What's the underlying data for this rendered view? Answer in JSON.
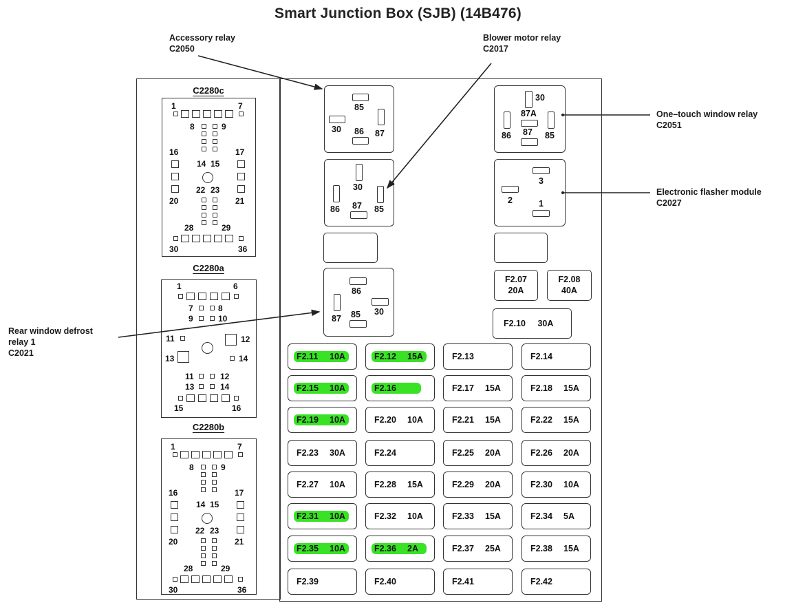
{
  "title": "Smart Junction Box (SJB) (14B476)",
  "callouts": {
    "accessory": {
      "line1": "Accessory relay",
      "line2": "C2050"
    },
    "blower": {
      "line1": "Blower motor relay",
      "line2": "C2017"
    },
    "one_touch": {
      "line1": "One–touch window relay",
      "line2": "C2051"
    },
    "flasher": {
      "line1": "Electronic flasher module",
      "line2": "C2027"
    },
    "rear_defrost": {
      "line1": "Rear window defrost",
      "line2": "relay 1",
      "line3": "C2021"
    }
  },
  "connectors": {
    "c": {
      "name": "C2280c",
      "pins": {
        "p1": "1",
        "p7": "7",
        "p8": "8",
        "p9": "9",
        "p16": "16",
        "p17": "17",
        "p14": "14",
        "p15": "15",
        "p22": "22",
        "p23": "23",
        "p20": "20",
        "p21": "21",
        "p28": "28",
        "p29": "29",
        "p30": "30",
        "p36": "36"
      }
    },
    "a": {
      "name": "C2280a",
      "pins": {
        "p1": "1",
        "p6": "6",
        "p7": "7",
        "p8": "8",
        "p9": "9",
        "p10": "10",
        "p11": "11",
        "p12": "12",
        "p13": "13",
        "p14": "14",
        "q11": "11",
        "q12": "12",
        "q13": "13",
        "q14": "14",
        "p15": "15",
        "p16": "16"
      }
    },
    "b": {
      "name": "C2280b",
      "pins": {
        "p1": "1",
        "p7": "7",
        "p8": "8",
        "p9": "9",
        "p16": "16",
        "p17": "17",
        "p14": "14",
        "p15": "15",
        "p22": "22",
        "p23": "23",
        "p20": "20",
        "p21": "21",
        "p28": "28",
        "p29": "29",
        "p30": "30",
        "p36": "36"
      }
    }
  },
  "relays": {
    "accessory": {
      "t85": "85",
      "t30": "30",
      "t86": "86",
      "t87": "87"
    },
    "blower": {
      "t30": "30",
      "t86": "86",
      "t87": "87",
      "t85": "85"
    },
    "rear_defrost": {
      "t86": "86",
      "t87": "87",
      "t85": "85",
      "t30": "30"
    },
    "one_touch": {
      "t30": "30",
      "t87a": "87A",
      "t86": "86",
      "t87": "87",
      "t85": "85"
    },
    "flasher": {
      "t3": "3",
      "t2": "2",
      "t1": "1"
    }
  },
  "large_fuses": [
    {
      "id": "F2.07",
      "amp": "20A"
    },
    {
      "id": "F2.08",
      "amp": "40A"
    },
    {
      "id": "F2.10",
      "amp": "30A"
    }
  ],
  "fuses": [
    {
      "id": "F2.11",
      "amp": "10A",
      "highlighted": true
    },
    {
      "id": "F2.12",
      "amp": "15A",
      "highlighted": true
    },
    {
      "id": "F2.13",
      "amp": "",
      "highlighted": false
    },
    {
      "id": "F2.14",
      "amp": "",
      "highlighted": false
    },
    {
      "id": "F2.15",
      "amp": "10A",
      "highlighted": true
    },
    {
      "id": "F2.16",
      "amp": "",
      "highlighted": true
    },
    {
      "id": "F2.17",
      "amp": "15A",
      "highlighted": false
    },
    {
      "id": "F2.18",
      "amp": "15A",
      "highlighted": false
    },
    {
      "id": "F2.19",
      "amp": "10A",
      "highlighted": true
    },
    {
      "id": "F2.20",
      "amp": "10A",
      "highlighted": false
    },
    {
      "id": "F2.21",
      "amp": "15A",
      "highlighted": false
    },
    {
      "id": "F2.22",
      "amp": "15A",
      "highlighted": false
    },
    {
      "id": "F2.23",
      "amp": "30A",
      "highlighted": false
    },
    {
      "id": "F2.24",
      "amp": "",
      "highlighted": false
    },
    {
      "id": "F2.25",
      "amp": "20A",
      "highlighted": false
    },
    {
      "id": "F2.26",
      "amp": "20A",
      "highlighted": false
    },
    {
      "id": "F2.27",
      "amp": "10A",
      "highlighted": false
    },
    {
      "id": "F2.28",
      "amp": "15A",
      "highlighted": false
    },
    {
      "id": "F2.29",
      "amp": "20A",
      "highlighted": false
    },
    {
      "id": "F2.30",
      "amp": "10A",
      "highlighted": false
    },
    {
      "id": "F2.31",
      "amp": "10A",
      "highlighted": true
    },
    {
      "id": "F2.32",
      "amp": "10A",
      "highlighted": false
    },
    {
      "id": "F2.33",
      "amp": "15A",
      "highlighted": false
    },
    {
      "id": "F2.34",
      "amp": "5A",
      "highlighted": false
    },
    {
      "id": "F2.35",
      "amp": "10A",
      "highlighted": true
    },
    {
      "id": "F2.36",
      "amp": "2A",
      "highlighted": true
    },
    {
      "id": "F2.37",
      "amp": "25A",
      "highlighted": false
    },
    {
      "id": "F2.38",
      "amp": "15A",
      "highlighted": false
    },
    {
      "id": "F2.39",
      "amp": "",
      "highlighted": false
    },
    {
      "id": "F2.40",
      "amp": "",
      "highlighted": false
    },
    {
      "id": "F2.41",
      "amp": "",
      "highlighted": false
    },
    {
      "id": "F2.42",
      "amp": "",
      "highlighted": false
    }
  ],
  "colors": {
    "highlight": "#2fe01a",
    "line": "#333333"
  }
}
